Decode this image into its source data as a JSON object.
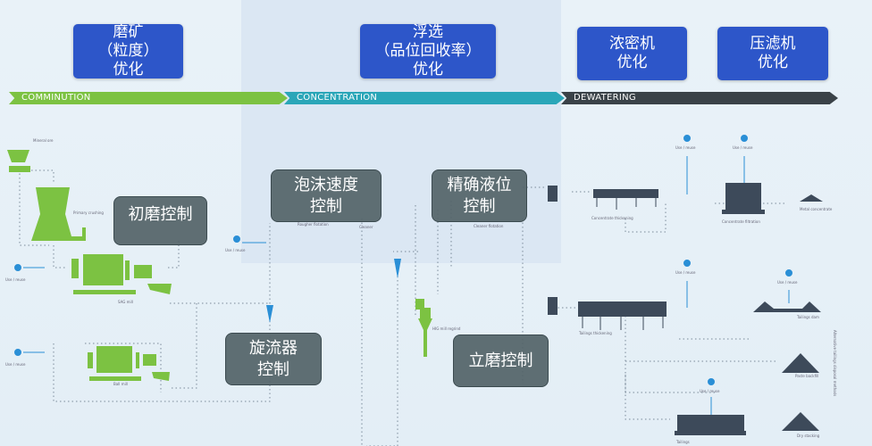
{
  "headers": [
    {
      "lines": [
        "磨矿",
        "（粒度）",
        "优化"
      ]
    },
    {
      "lines": [
        "浮选",
        "（品位回收率）",
        "优化"
      ]
    },
    {
      "lines": [
        "浓密机",
        "优化"
      ]
    },
    {
      "lines": [
        "压滤机",
        "优化"
      ]
    }
  ],
  "stages": [
    "COMMINUTION",
    "CONCENTRATION",
    "DEWATERING"
  ],
  "controls": {
    "primary": [
      "初磨控制"
    ],
    "froth": [
      "泡沫速度",
      "控制"
    ],
    "level": [
      "精确液位",
      "控制"
    ],
    "cyclone": [
      "旋流器",
      "控制"
    ],
    "vertical": [
      "立磨控制"
    ]
  },
  "labels": {
    "mineral_ore": "Mineral ore",
    "primary_crushing": "Primary crushing",
    "sag_mill": "SAG mill",
    "ball_mill": "Ball mill",
    "use_reuse": "Use / reuse",
    "rougher": "Rougher flotation",
    "cleaner": "Cleaner",
    "cleaner_flot": "Cleaner flotation",
    "hig": "HIG mill regrind",
    "conc_thick": "Concentrate thickening",
    "conc_filt": "Concentrate filtration",
    "metal_conc": "Metal concentrate",
    "tail_thick": "Tailings thickening",
    "tail_dam": "Tailings dam",
    "paste": "Paste backfill",
    "dry": "Dry stacking",
    "tail_filt": "Tailings",
    "alt": "Alternative tailings disposal methods"
  },
  "colors": {
    "header": "#2d56c9",
    "green": "#7cc242",
    "teal": "#2aa6b8",
    "dark": "#3a4248",
    "control": "#546468",
    "water": "#2a8fd6",
    "equip": "#3d4a5a"
  }
}
